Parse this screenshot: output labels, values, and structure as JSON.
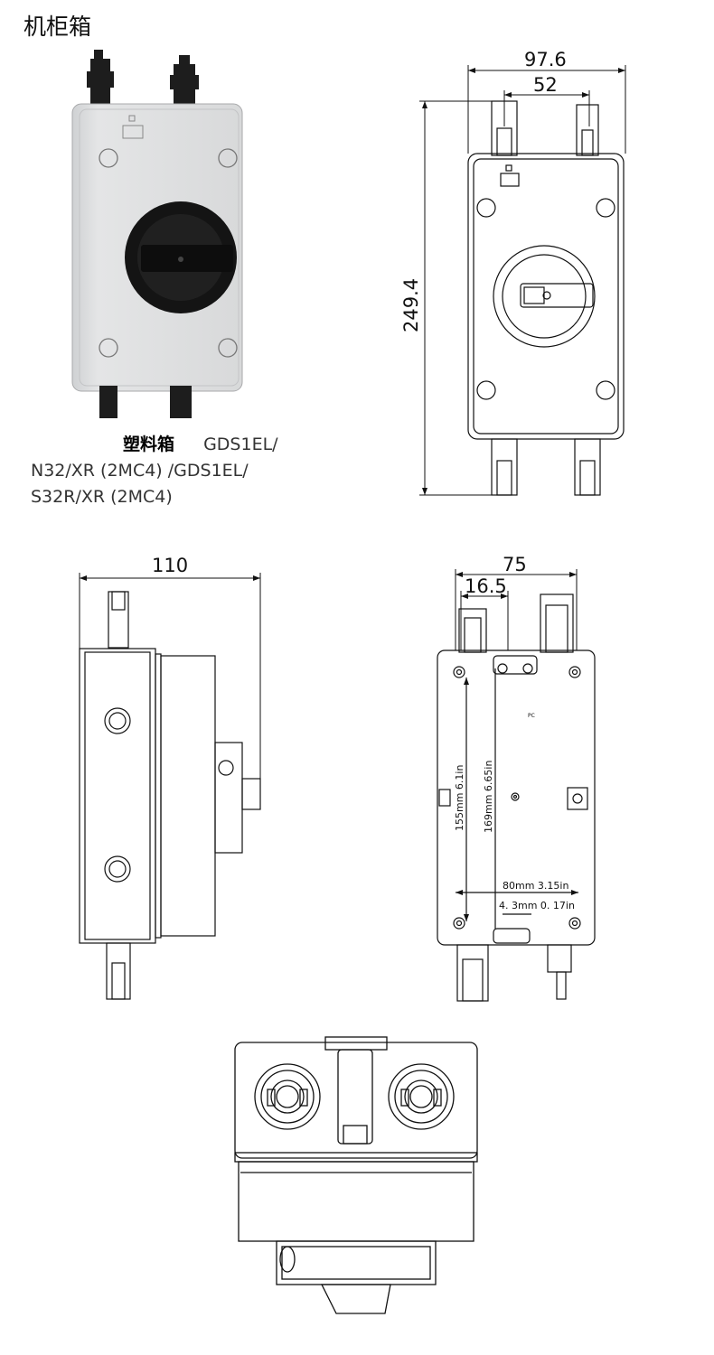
{
  "title": "机柜箱",
  "caption": {
    "name_cn": "塑料箱",
    "line1": "GDS1EL/",
    "line2": "N32/XR (2MC4)  /GDS1EL/",
    "line3": "S32R/XR (2MC4)"
  },
  "front_view": {
    "width": "97.6",
    "inner": "52",
    "height": "249.4"
  },
  "side_view": {
    "depth": "110"
  },
  "back_view": {
    "width": "75",
    "offset": "16.5",
    "h_155": "155mm 6.1in",
    "h_169": "169mm 6.65in",
    "w_80": "80mm 3.15in",
    "w_4_3": "4. 3mm  0. 17in",
    "mark": "PC"
  }
}
